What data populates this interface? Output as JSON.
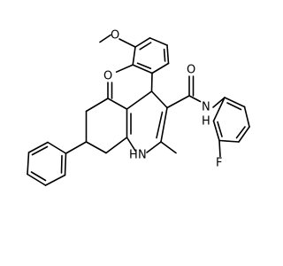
{
  "molecule": {
    "atoms": {
      "O_ketone": "O",
      "O_methoxy": "O",
      "NH_amide": "N",
      "H_amide": "H",
      "O_amide": "O",
      "F": "F",
      "NH_ring": "N",
      "H_ring": "H"
    }
  }
}
